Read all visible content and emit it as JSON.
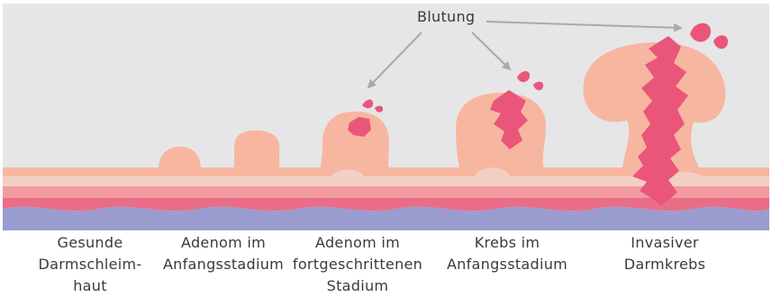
{
  "callout": {
    "label": "Blutung"
  },
  "stages": [
    {
      "label": "Gesunde\nDarmschleim-\nhaut"
    },
    {
      "label": "Adenom im\nAnfangsstadium"
    },
    {
      "label": "Adenom im\nfortgeschrittenen\nStadium"
    },
    {
      "label": "Krebs im\nAnfangsstadium"
    },
    {
      "label": "Invasiver\nDarmkrebs"
    }
  ],
  "colors": {
    "background": "#e6e6e8",
    "tissue": "#f7b6a0",
    "tissue_light": "#f3cfc3",
    "mucosa_band": "#f39aa0",
    "inner_band": "#e96d87",
    "muscle_layer": "#9a9ccf",
    "bleeding": "#e9567a",
    "arrow": "#aaaaaa"
  }
}
